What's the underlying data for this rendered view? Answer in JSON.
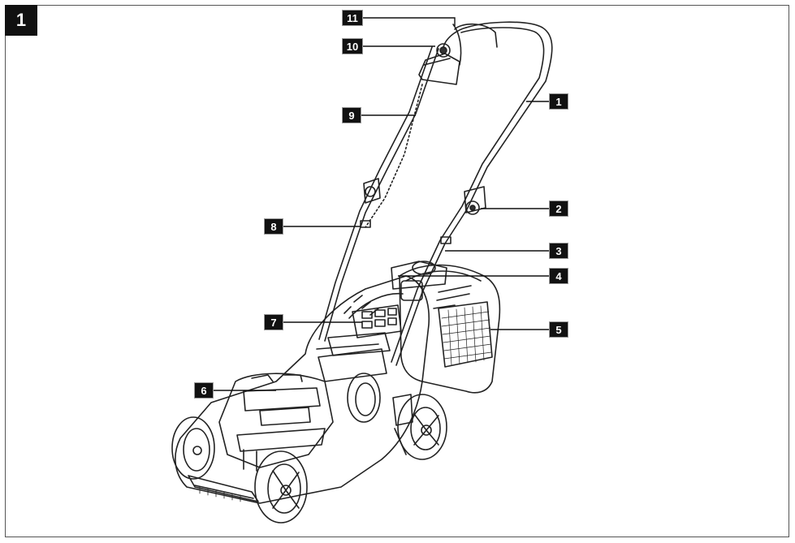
{
  "figure_number": "1",
  "callouts": [
    {
      "id": "c1",
      "label": "1"
    },
    {
      "id": "c2",
      "label": "2"
    },
    {
      "id": "c3",
      "label": "3"
    },
    {
      "id": "c4",
      "label": "4"
    },
    {
      "id": "c5",
      "label": "5"
    },
    {
      "id": "c6",
      "label": "6"
    },
    {
      "id": "c7",
      "label": "7"
    },
    {
      "id": "c8",
      "label": "8"
    },
    {
      "id": "c9",
      "label": "9"
    },
    {
      "id": "c10",
      "label": "10"
    },
    {
      "id": "c11",
      "label": "11"
    }
  ]
}
